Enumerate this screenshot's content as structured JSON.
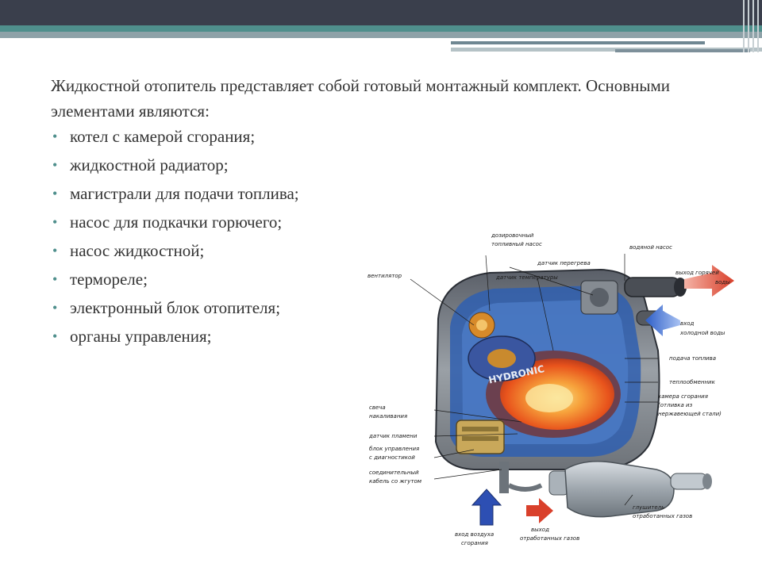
{
  "slide": {
    "intro": "Жидкостной отопитель представляет собой готовый монтажный комплект. Основными элементами являются:",
    "bullet_glyph": "•",
    "items": [
      "котел с камерой сгорания;",
      "жидкостной радиатор;",
      "магистрали для подачи топлива;",
      "насос для подкачки горючего;",
      "насос жидкостной;",
      "термореле;",
      "электронный блок отопителя;",
      "органы управления;"
    ]
  },
  "diagram": {
    "brand": "HYDRONIC",
    "labels": {
      "dosing_pump_1": "дозировочный",
      "dosing_pump_2": "топливный насос",
      "water_pump": "водяной насос",
      "overheat_sensor": "датчик перегрева",
      "fan": "вентилятор",
      "temp_sensor": "датчик температуры",
      "hot_water_1": "выход горячей",
      "hot_water_2": "воды",
      "cold_water_1": "вход",
      "cold_water_2": "холодной воды",
      "fuel_supply": "подача топлива",
      "heat_exchanger": "теплообменник",
      "chamber_1": "камера сгорания",
      "chamber_2": "(отливка из",
      "chamber_3": "нержавеющей стали)",
      "glow_plug_1": "свеча",
      "glow_plug_2": "накаливания",
      "flame_sensor": "датчик пламени",
      "control_unit_1": "блок управления",
      "control_unit_2": "с диагностикой",
      "cable_1": "соединительный",
      "cable_2": "кабель со жгутом",
      "muffler_1": "глушитель",
      "muffler_2": "отработанных газов",
      "air_in_1": "вход воздуха",
      "air_in_2": "сгорания",
      "exhaust_1": "выход",
      "exhaust_2": "отработанных газов"
    },
    "colors": {
      "housing": "#8d9196",
      "housing_dark": "#3c4048",
      "water_jacket": "#2f5fb0",
      "flame": "#e8531c",
      "flame_core": "#f7c63c",
      "hot_arrow": "#e0503a",
      "cold_arrow": "#3b6fd1"
    }
  }
}
